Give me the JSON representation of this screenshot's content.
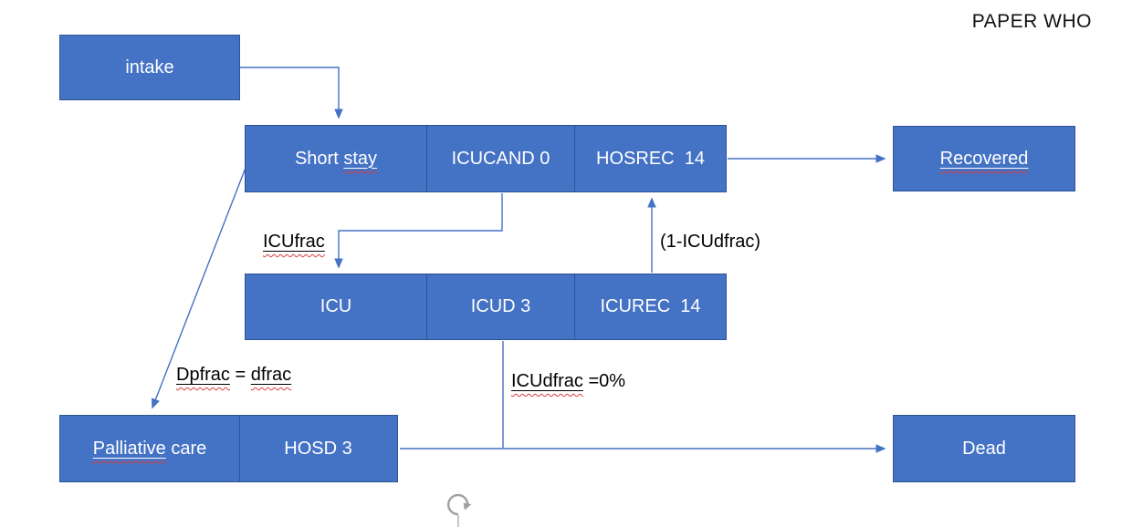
{
  "title": "PAPER WHO",
  "colors": {
    "box_fill": "#4472c4",
    "box_border": "#2e5395",
    "connector": "#4472c4",
    "label_text": "#000000",
    "spellcheck_squiggle": "#d83b3b",
    "rotate_handle": "#a0a0a0",
    "background": "#ffffff"
  },
  "boxes": {
    "intake": "intake",
    "short_stay": {
      "plain": "Short ",
      "flagged": "stay"
    },
    "icucand": "ICUCAND 0",
    "hosrec": "HOSREC  14",
    "recovered": "Recovered",
    "icu": "ICU",
    "icud": "ICUD 3",
    "icurec": "ICUREC  14",
    "palliative": {
      "flagged": "Palliative",
      "plain": " care"
    },
    "hosd": "HOSD 3",
    "dead": "Dead"
  },
  "edge_labels": {
    "icufrac": "ICUfrac",
    "one_minus_icudfrac": "(1-ICUdfrac)",
    "dpfrac": {
      "flagged1": "Dpfrac",
      "plain": " = ",
      "flagged2": "dfrac"
    },
    "icudfrac": {
      "flagged": "ICUdfrac",
      "plain": " =0%"
    }
  },
  "icons": {
    "rotate_handle": "rotate-arrow"
  }
}
